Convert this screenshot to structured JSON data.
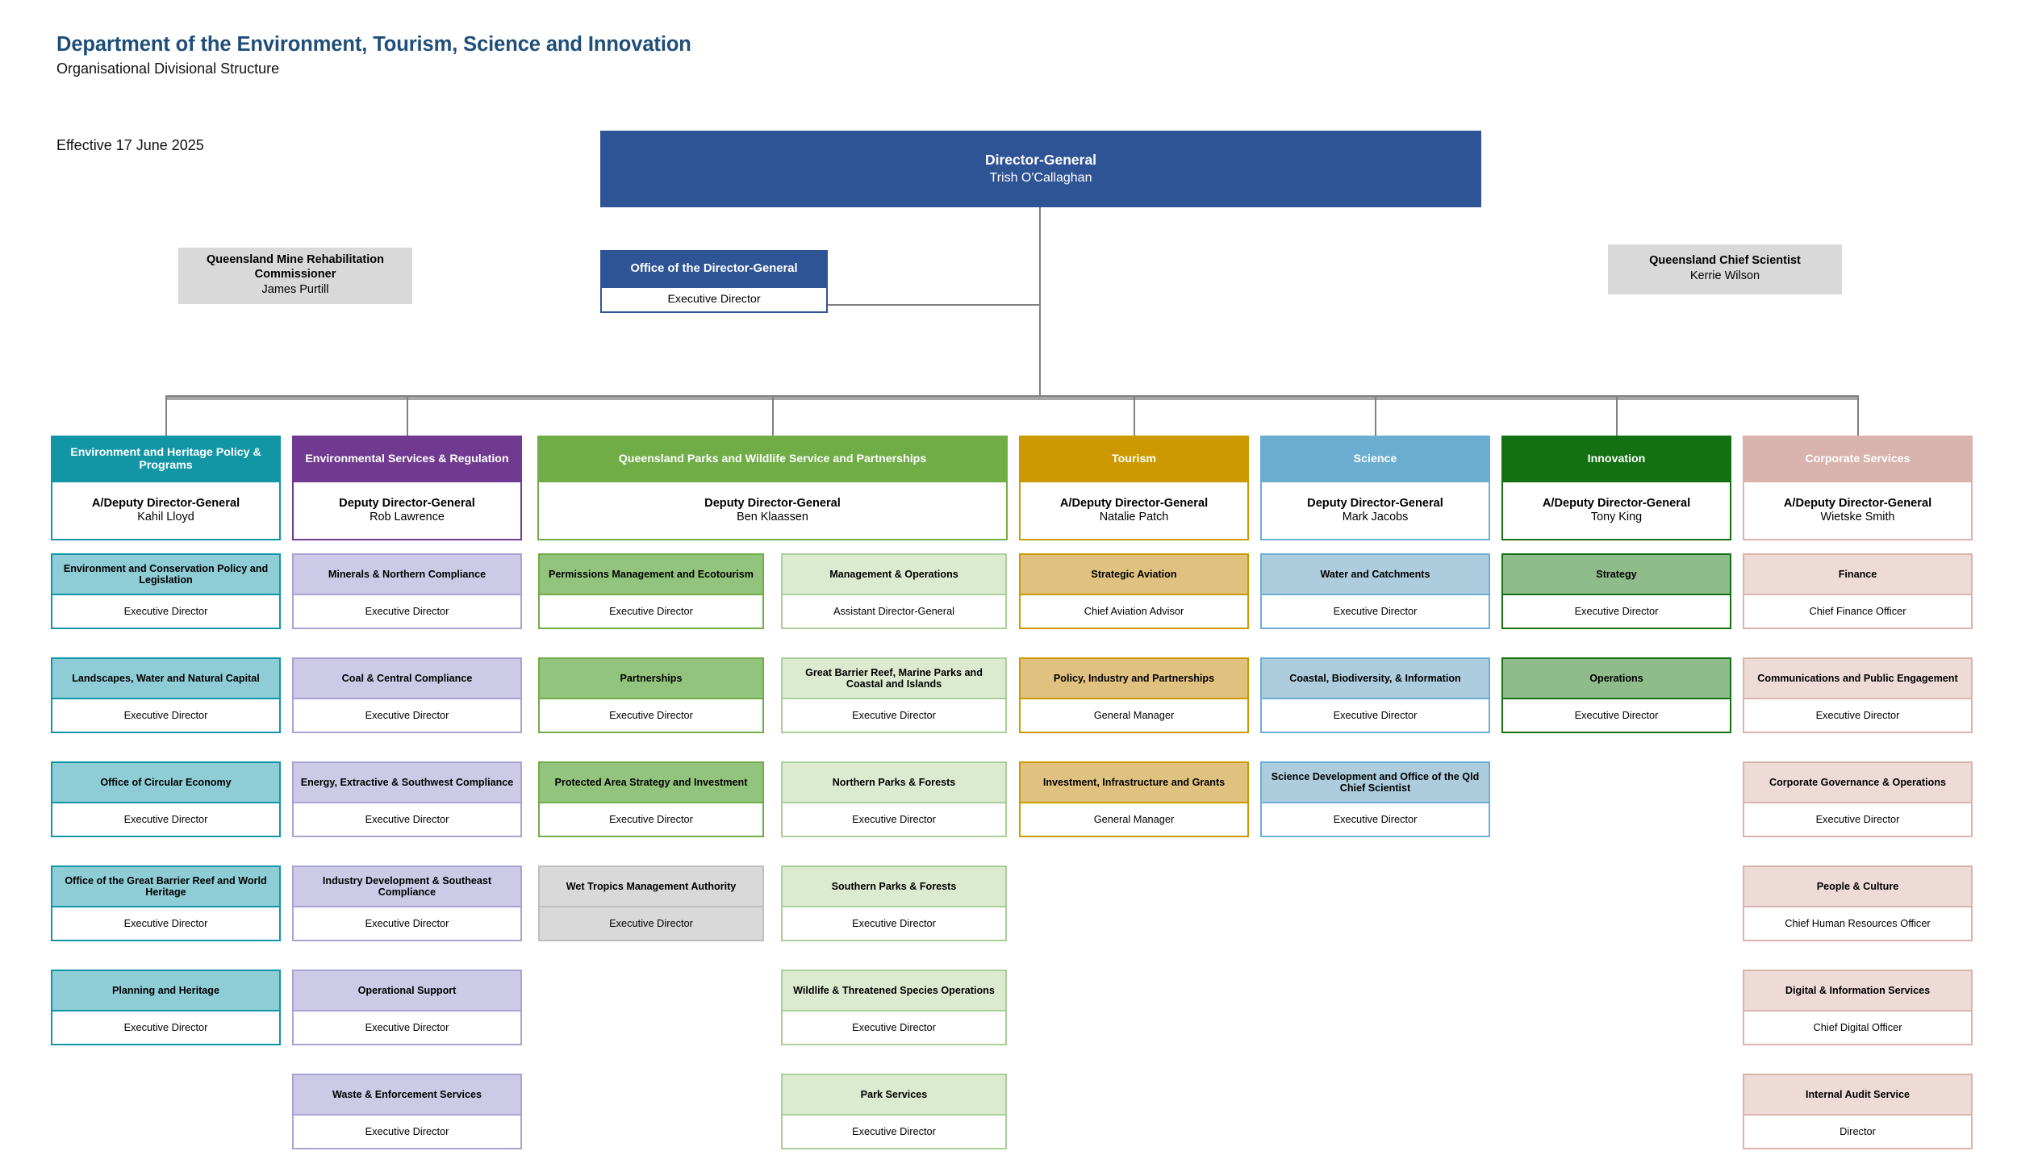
{
  "header": {
    "department": "Department of the Environment, Tourism, Science and Innovation",
    "subtitle": "Organisational Divisional Structure",
    "effective": "Effective 17 June 2025"
  },
  "director_general": {
    "title": "Director-General",
    "name": "Trish O'Callaghan"
  },
  "advisors": {
    "mine_rehab": {
      "title": "Queensland Mine Rehabilitation Commissioner",
      "name": "James Purtill"
    },
    "chief_scientist": {
      "title": "Queensland Chief Scientist",
      "name": "Kerrie Wilson"
    }
  },
  "office_of_dg": {
    "title": "Office of the Director-General",
    "role": "Executive Director"
  },
  "colors": {
    "dg_blue": "#2E5496",
    "teal": "#1296A6",
    "teal_light": "#8ECCD6",
    "purple": "#6F3A8F",
    "purple_light": "#CCCAE6",
    "green": "#70AD47",
    "green_mid": "#93C47D",
    "green_light": "#DCEBD0",
    "gold": "#CC9A00",
    "gold_light": "#DFC180",
    "blue": "#6BAED1",
    "blue_light": "#ADCDDE",
    "darkgreen": "#137013",
    "darkgreen_light": "#8FBC8A",
    "rose": "#D9B3AD",
    "rose_light": "#EEDAD6",
    "grey": "#D9D9D9"
  },
  "divisions": [
    {
      "title": "Environment and Heritage Policy & Programs",
      "role": "A/Deputy Director-General",
      "name": "Kahil Lloyd",
      "units": [
        {
          "title": "Environment and Conservation Policy and Legislation",
          "role": "Executive Director"
        },
        {
          "title": "Landscapes, Water and Natural Capital",
          "role": "Executive Director"
        },
        {
          "title": "Office of Circular Economy",
          "role": "Executive Director"
        },
        {
          "title": "Office of the Great Barrier Reef and World Heritage",
          "role": "Executive Director"
        },
        {
          "title": "Planning and Heritage",
          "role": "Executive Director"
        }
      ]
    },
    {
      "title": "Environmental Services & Regulation",
      "role": "Deputy Director-General",
      "name": "Rob Lawrence",
      "units": [
        {
          "title": "Minerals & Northern Compliance",
          "role": "Executive Director"
        },
        {
          "title": "Coal & Central Compliance",
          "role": "Executive Director"
        },
        {
          "title": "Energy, Extractive & Southwest Compliance",
          "role": "Executive Director"
        },
        {
          "title": "Industry Development & Southeast Compliance",
          "role": "Executive Director"
        },
        {
          "title": "Operational Support",
          "role": "Executive Director"
        },
        {
          "title": "Waste & Enforcement Services",
          "role": "Executive Director"
        }
      ]
    },
    {
      "title": "Queensland Parks and Wildlife Service and Partnerships",
      "role": "Deputy Director-General",
      "name": "Ben Klaassen",
      "units_left": [
        {
          "title": "Permissions Management and Ecotourism",
          "role": "Executive Director"
        },
        {
          "title": "Partnerships",
          "role": "Executive Director"
        },
        {
          "title": "Protected Area Strategy and Investment",
          "role": "Executive Director"
        },
        {
          "title": "Wet Tropics Management Authority",
          "role": "Executive Director",
          "grey": true
        }
      ],
      "units_right": [
        {
          "title": "Management & Operations",
          "role": "Assistant Director-General"
        },
        {
          "title": "Great Barrier Reef, Marine Parks and Coastal and Islands",
          "role": "Executive Director"
        },
        {
          "title": "Northern Parks & Forests",
          "role": "Executive Director"
        },
        {
          "title": "Southern Parks & Forests",
          "role": "Executive Director"
        },
        {
          "title": "Wildlife & Threatened Species Operations",
          "role": "Executive Director"
        },
        {
          "title": "Park Services",
          "role": "Executive Director"
        }
      ]
    },
    {
      "title": "Tourism",
      "role": "A/Deputy Director-General",
      "name": "Natalie Patch",
      "units": [
        {
          "title": "Strategic Aviation",
          "role": "Chief Aviation Advisor"
        },
        {
          "title": "Policy, Industry and Partnerships",
          "role": "General Manager"
        },
        {
          "title": "Investment, Infrastructure and Grants",
          "role": "General Manager"
        }
      ]
    },
    {
      "title": "Science",
      "role": "Deputy Director-General",
      "name": "Mark Jacobs",
      "units": [
        {
          "title": "Water and Catchments",
          "role": "Executive Director"
        },
        {
          "title": "Coastal, Biodiversity, & Information",
          "role": "Executive Director"
        },
        {
          "title": "Science Development and Office of the Qld Chief Scientist",
          "role": "Executive Director"
        }
      ]
    },
    {
      "title": "Innovation",
      "role": "A/Deputy Director-General",
      "name": "Tony King",
      "units": [
        {
          "title": "Strategy",
          "role": "Executive Director"
        },
        {
          "title": "Operations",
          "role": "Executive Director"
        }
      ]
    },
    {
      "title": "Corporate Services",
      "role": "A/Deputy Director-General",
      "name": "Wietske Smith",
      "units": [
        {
          "title": "Finance",
          "role": "Chief Finance Officer"
        },
        {
          "title": "Communications and Public Engagement",
          "role": "Executive Director"
        },
        {
          "title": "Corporate Governance & Operations",
          "role": "Executive Director"
        },
        {
          "title": "People & Culture",
          "role": "Chief Human Resources Officer"
        },
        {
          "title": "Digital & Information Services",
          "role": "Chief Digital Officer"
        },
        {
          "title": "Internal Audit Service",
          "role": "Director"
        }
      ]
    }
  ]
}
